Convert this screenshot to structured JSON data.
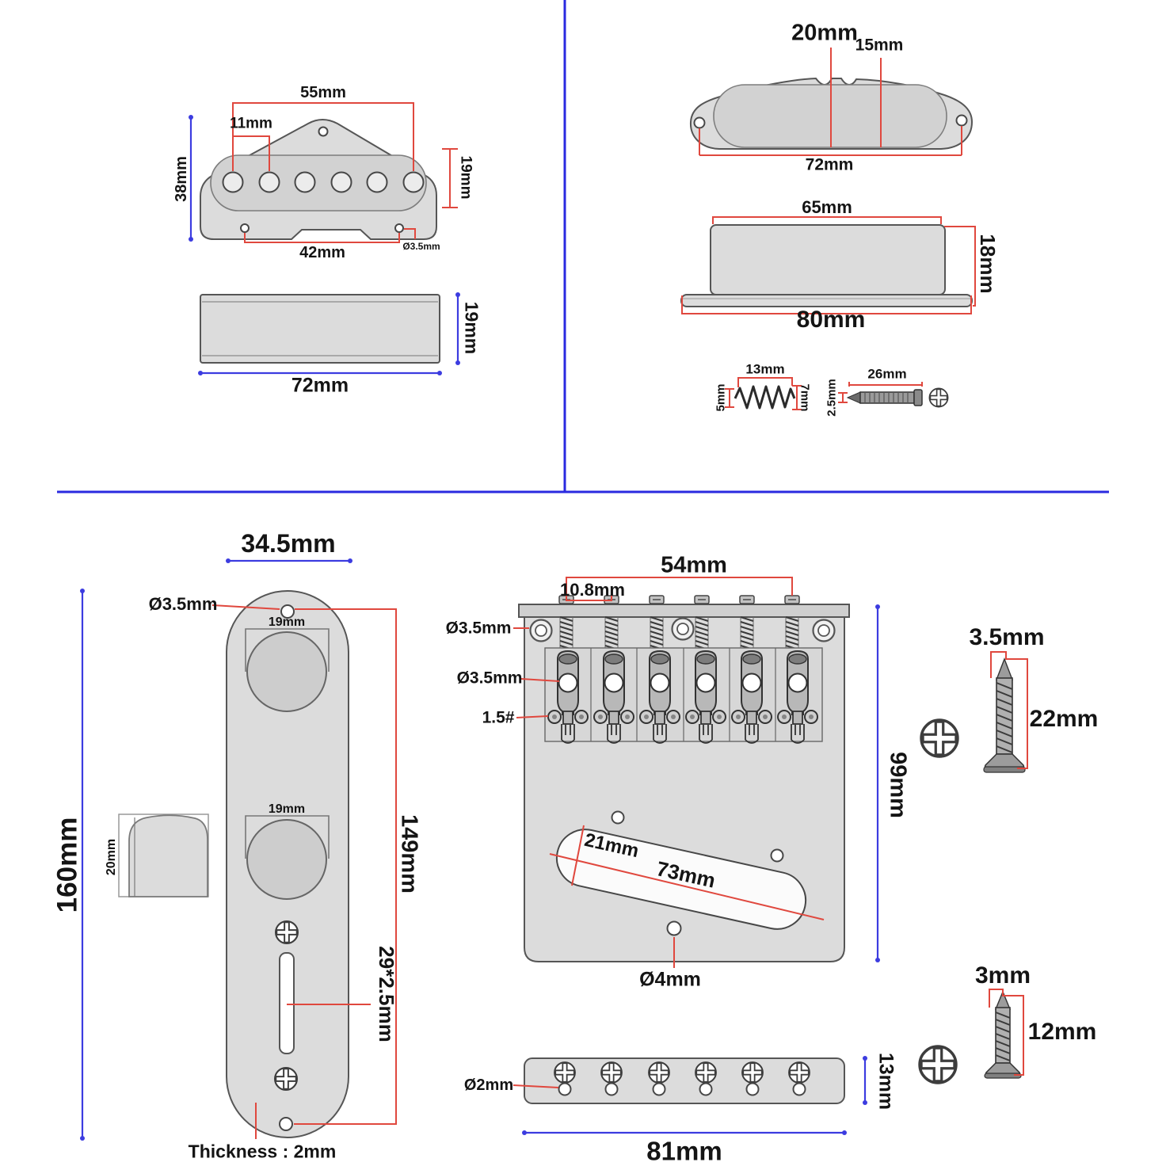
{
  "colors": {
    "red": "#e0483e",
    "blue": "#3c3ce0",
    "part_fill": "#dcdcdc",
    "outline": "#565656"
  },
  "top_left": {
    "plate": {
      "top_span": "55mm",
      "hole_pitch": "11mm",
      "height": "38mm",
      "side_height": "19mm",
      "bottom_span": "42mm",
      "hole_dia": "Ø3.5mm"
    },
    "bar": {
      "width": "72mm",
      "height": "19mm"
    }
  },
  "top_right": {
    "cover_top": {
      "center_offset": "20mm",
      "pole_pitch": "15mm",
      "mount_span": "72mm"
    },
    "cover_side": {
      "top_width": "65mm",
      "height": "18mm",
      "base_width": "80mm"
    },
    "spring": {
      "length": "13mm",
      "end_small": "5mm",
      "end_large": "7mm"
    },
    "screw": {
      "dia": "2.5mm",
      "length": "26mm"
    }
  },
  "control_plate": {
    "width": "34.5mm",
    "hole_dia": "Ø3.5mm",
    "knob_hole_top": "19mm",
    "knob_hole_bottom": "19mm",
    "knob_height": "20mm",
    "length": "160mm",
    "hole_span": "149mm",
    "slot": "29*2.5mm",
    "thickness": "Thickness : 2mm"
  },
  "bridge": {
    "screw_span": "54mm",
    "screw_pitch": "10.8mm",
    "mount_hole_dia": "Ø3.5mm",
    "saddle_hole_dia": "Ø3.5mm",
    "wrench_size": "1.5#",
    "cavity_width": "21mm",
    "cavity_length": "73mm",
    "bottom_hole_dia": "Ø4mm",
    "length": "99mm"
  },
  "string_bar": {
    "hole_dia": "Ø2mm",
    "width": "81mm",
    "height": "13mm"
  },
  "mount_screw": {
    "dia": "3.5mm",
    "length": "22mm"
  },
  "small_screw": {
    "dia": "3mm",
    "length": "12mm"
  }
}
